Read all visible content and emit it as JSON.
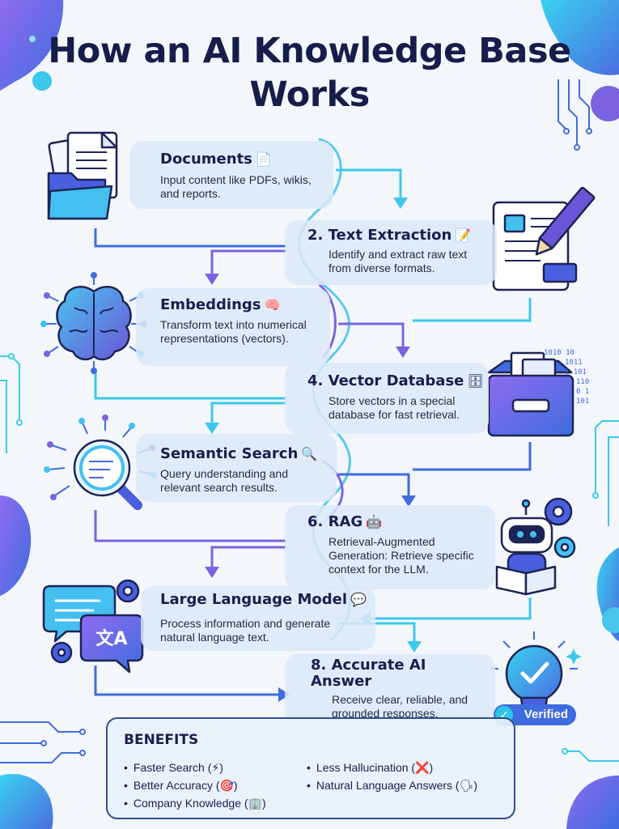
{
  "title": "How an AI Knowledge Base Works",
  "steps": [
    {
      "title": "Documents",
      "emoji": "📄",
      "desc": "Input content like PDFs, wikis, and reports."
    },
    {
      "title": "2. Text Extraction",
      "emoji": "📝",
      "desc": "Identify and extract raw text from diverse formats."
    },
    {
      "title": "Embeddings",
      "emoji": "🧠",
      "desc": "Transform text into numerical representations (vectors)."
    },
    {
      "title": "4. Vector Database",
      "emoji": "🗄",
      "desc": "Store vectors in a special database for fast retrieval."
    },
    {
      "title": "Semantic Search",
      "emoji": "🔍",
      "desc": "Query understanding and relevant search results."
    },
    {
      "title": "6. RAG",
      "emoji": "🤖",
      "desc": "Retrieval-Augmented Generation: Retrieve specific context for the LLM."
    },
    {
      "title": "Large Language Model",
      "emoji": "💬",
      "desc": "Process information and generate natural language text."
    },
    {
      "title": "8. Accurate AI Answer",
      "emoji": "",
      "desc": "Receive clear, reliable, and grounded responses."
    }
  ],
  "icons": {
    "translate_glyph": "文A",
    "binary_lines": [
      "1010 10",
      "1011",
      "1 101",
      "110",
      "0 1",
      "101"
    ]
  },
  "badge": {
    "verified": "Verified"
  },
  "benefits": {
    "title": "BENEFITS",
    "items": [
      "Faster Search (⚡)",
      "Better Accuracy (🎯)",
      "Company Knowledge (🏢)",
      "Less Hallucination (❌)",
      "Natural Language Answers (🗣)"
    ]
  },
  "colors": {
    "navy": "#161d4a",
    "cyan": "#3cc8ea",
    "purple": "#7b63e0",
    "blue": "#3f6cde",
    "card": "#dce9f8"
  }
}
